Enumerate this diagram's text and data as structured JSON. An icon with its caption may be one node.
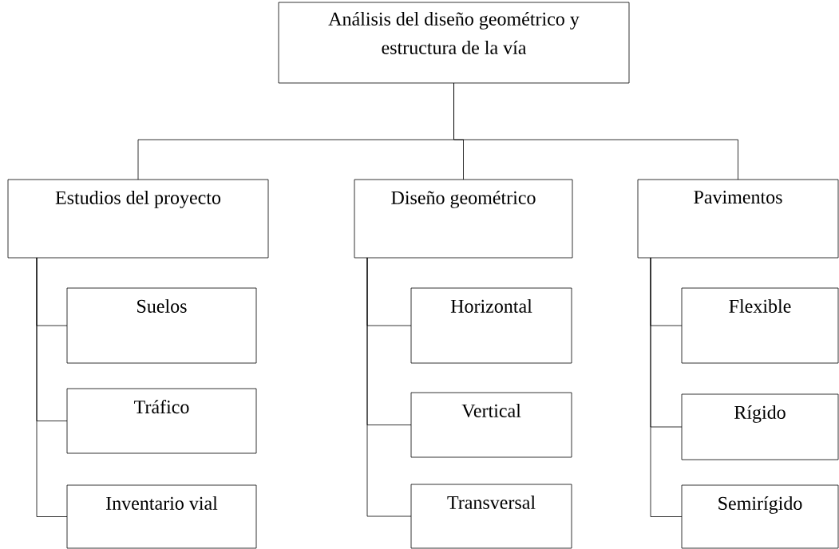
{
  "diagram": {
    "nodes": [
      {
        "text": [
          "Análisis del diseño geométrico y estructura de la vía"
        ]
      },
      {
        "text": [
          "Estudios del proyecto"
        ]
      },
      {
        "text": [
          "Diseño geométrico"
        ]
      },
      {
        "text": [
          "Pavimentos"
        ]
      },
      {
        "text": [
          "Suelos"
        ]
      },
      {
        "text": [
          "Tráfico"
        ]
      },
      {
        "text": [
          "Inventario vial"
        ]
      },
      {
        "text": [
          "Horizontal"
        ]
      },
      {
        "text": [
          "Vertical"
        ]
      },
      {
        "text": [
          "Transversal"
        ]
      },
      {
        "text": [
          "Flexible"
        ]
      },
      {
        "text": [
          "Rígido"
        ]
      },
      {
        "text": [
          "Semirígido"
        ]
      }
    ],
    "edges": [
      {
        "from": 0,
        "to": 1,
        "arrow": "none"
      },
      {
        "from": 0,
        "to": 2,
        "arrow": "none"
      },
      {
        "from": 0,
        "to": 3,
        "arrow": "none"
      },
      {
        "from": 1,
        "to": 4,
        "arrow": "none"
      },
      {
        "from": 1,
        "to": 5,
        "arrow": "none"
      },
      {
        "from": 1,
        "to": 6,
        "arrow": "none"
      },
      {
        "from": 2,
        "to": 7,
        "arrow": "none"
      },
      {
        "from": 2,
        "to": 8,
        "arrow": "none"
      },
      {
        "from": 2,
        "to": 9,
        "arrow": "none"
      },
      {
        "from": 3,
        "to": 10,
        "arrow": "none"
      },
      {
        "from": 3,
        "to": 11,
        "arrow": "none"
      },
      {
        "from": 3,
        "to": 12,
        "arrow": "none"
      }
    ]
  }
}
